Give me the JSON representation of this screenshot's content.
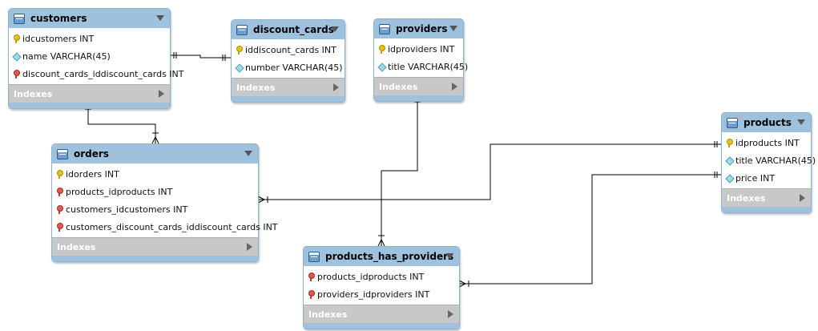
{
  "diagram": {
    "tables": {
      "customers": {
        "name": "customers",
        "columns": [
          {
            "key": "pk",
            "text": "idcustomers INT"
          },
          {
            "key": "attr",
            "text": "name VARCHAR(45)"
          },
          {
            "key": "fk",
            "text": "discount_cards_iddiscount_cards INT"
          }
        ],
        "indexes_label": "Indexes"
      },
      "discount_cards": {
        "name": "discount_cards",
        "columns": [
          {
            "key": "pk",
            "text": "iddiscount_cards INT"
          },
          {
            "key": "attr",
            "text": "number VARCHAR(45)"
          }
        ],
        "indexes_label": "Indexes"
      },
      "providers": {
        "name": "providers",
        "columns": [
          {
            "key": "pk",
            "text": "idproviders INT"
          },
          {
            "key": "attr",
            "text": "title VARCHAR(45)"
          }
        ],
        "indexes_label": "Indexes"
      },
      "products": {
        "name": "products",
        "columns": [
          {
            "key": "pk",
            "text": "idproducts INT"
          },
          {
            "key": "attr",
            "text": "title VARCHAR(45)"
          },
          {
            "key": "attr",
            "text": "price INT"
          }
        ],
        "indexes_label": "Indexes"
      },
      "orders": {
        "name": "orders",
        "columns": [
          {
            "key": "pk",
            "text": "idorders INT"
          },
          {
            "key": "fk",
            "text": "products_idproducts INT"
          },
          {
            "key": "fk",
            "text": "customers_idcustomers INT"
          },
          {
            "key": "fk",
            "text": "customers_discount_cards_iddiscount_cards INT"
          }
        ],
        "indexes_label": "Indexes"
      },
      "products_has_providers": {
        "name": "products_has_providers",
        "columns": [
          {
            "key": "fk",
            "text": "products_idproducts INT"
          },
          {
            "key": "fk",
            "text": "providers_idproviders INT"
          }
        ],
        "indexes_label": "Indexes"
      }
    },
    "relationships": [
      {
        "from": "customers",
        "to": "discount_cards",
        "cardinality": "many-to-one"
      },
      {
        "from": "orders",
        "to": "customers",
        "cardinality": "many-to-one"
      },
      {
        "from": "orders",
        "to": "products",
        "cardinality": "many-to-one"
      },
      {
        "from": "products_has_providers",
        "to": "providers",
        "cardinality": "many-to-one"
      },
      {
        "from": "products_has_providers",
        "to": "products",
        "cardinality": "many-to-one"
      }
    ],
    "colors": {
      "header": "#9ec1dd",
      "indexes_bar": "#c8c8c8",
      "line": "#000000"
    }
  }
}
